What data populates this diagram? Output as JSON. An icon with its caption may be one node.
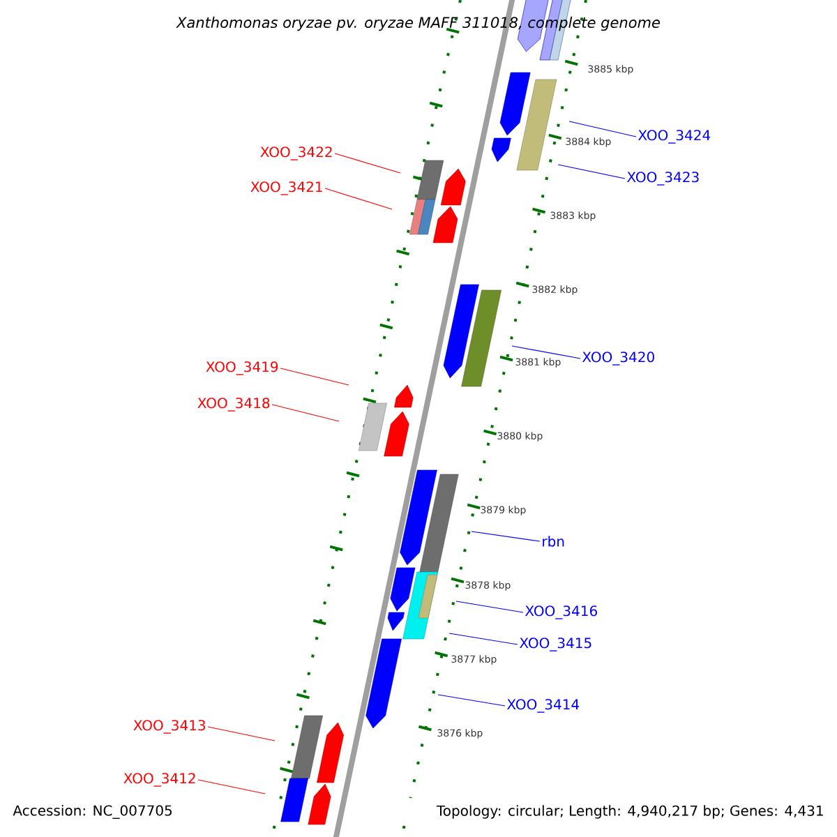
{
  "diagram": {
    "title": "Xanthomonas oryzae pv. oryzae MAFF 311018, complete genome",
    "nodes": [
      {
        "text": [
          "XOO_3424"
        ]
      },
      {
        "text": [
          "XOO_3422"
        ]
      },
      {
        "text": [
          "XOO_3423"
        ]
      },
      {
        "text": [
          "XOO_3421"
        ]
      },
      {
        "text": [
          "XOO_3420"
        ]
      },
      {
        "text": [
          "XOO_3419"
        ]
      },
      {
        "text": [
          "XOO_3418"
        ]
      },
      {
        "text": [
          "rbn"
        ]
      },
      {
        "text": [
          "XOO_3416"
        ]
      },
      {
        "text": [
          "XOO_3415"
        ]
      },
      {
        "text": [
          "XOO_3414"
        ]
      },
      {
        "text": [
          "XOO_3413"
        ]
      },
      {
        "text": [
          "XOO_3412"
        ]
      }
    ],
    "edges": [
      {
        "from": 0,
        "to": null,
        "arrow": "none"
      },
      {
        "from": 1,
        "to": null,
        "arrow": "none",
        "color": "#ff0000"
      },
      {
        "from": 2,
        "to": null,
        "arrow": "none"
      },
      {
        "from": 3,
        "to": null,
        "arrow": "none",
        "color": "#ff0000"
      },
      {
        "from": 4,
        "to": null,
        "arrow": "none"
      },
      {
        "from": 5,
        "to": null,
        "arrow": "none",
        "color": "#ff0000"
      },
      {
        "from": 6,
        "to": null,
        "arrow": "none",
        "color": "#ff0000"
      },
      {
        "from": 7,
        "to": null,
        "arrow": "none"
      },
      {
        "from": 8,
        "to": null,
        "arrow": "none"
      },
      {
        "from": 9,
        "to": null,
        "arrow": "none"
      },
      {
        "from": 10,
        "to": null,
        "arrow": "none"
      },
      {
        "from": 11,
        "to": null,
        "arrow": "none",
        "color": "#ff0000"
      },
      {
        "from": 12,
        "to": null,
        "arrow": "none",
        "color": "#ff0000"
      }
    ],
    "labels": [
      "3885 kbp",
      "3884 kbp",
      "3883 kbp",
      "3882 kbp",
      "3881 kbp",
      "3880 kbp",
      "3879 kbp",
      "3878 kbp",
      "3877 kbp",
      "3876 kbp",
      "Accession: NC_007705",
      "Topology: circular; Length: 4,940,217 bp; Genes: 4,431"
    ]
  }
}
